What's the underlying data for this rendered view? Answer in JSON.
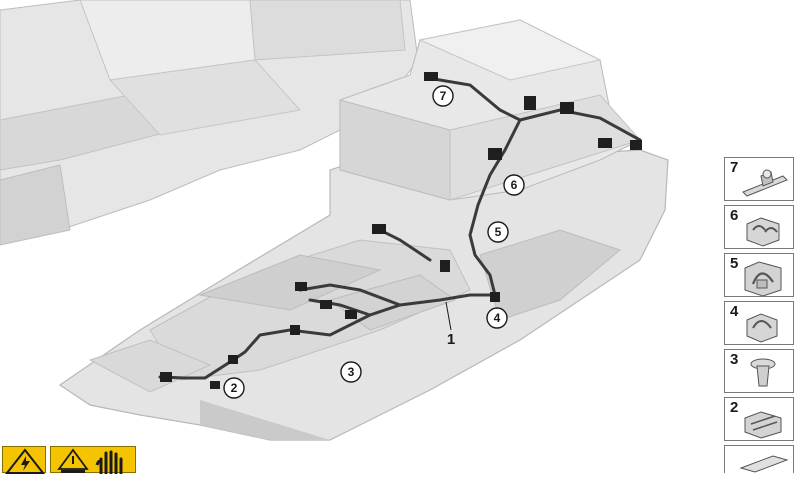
{
  "callouts": {
    "c1": "1",
    "c2": "2",
    "c3": "3",
    "c4": "4",
    "c5": "5",
    "c6": "6",
    "c7": "7"
  },
  "legend": [
    {
      "num": "7",
      "part": "cable-clip-flat"
    },
    {
      "num": "6",
      "part": "double-cable-holder"
    },
    {
      "num": "5",
      "part": "cable-holder-large"
    },
    {
      "num": "4",
      "part": "cable-holder"
    },
    {
      "num": "3",
      "part": "expanding-rivet"
    },
    {
      "num": "2",
      "part": "cable-holder-clip"
    }
  ],
  "colors": {
    "housing": "#e4e4e4",
    "housing_shadow": "#c9c9c9",
    "harness": "#3a3a3a",
    "connector": "#1f1f1f",
    "warning": "#f5c400"
  },
  "icons": [
    "high-voltage-warning-icon",
    "manual-warning-icon",
    "protective-gloves-icon"
  ]
}
